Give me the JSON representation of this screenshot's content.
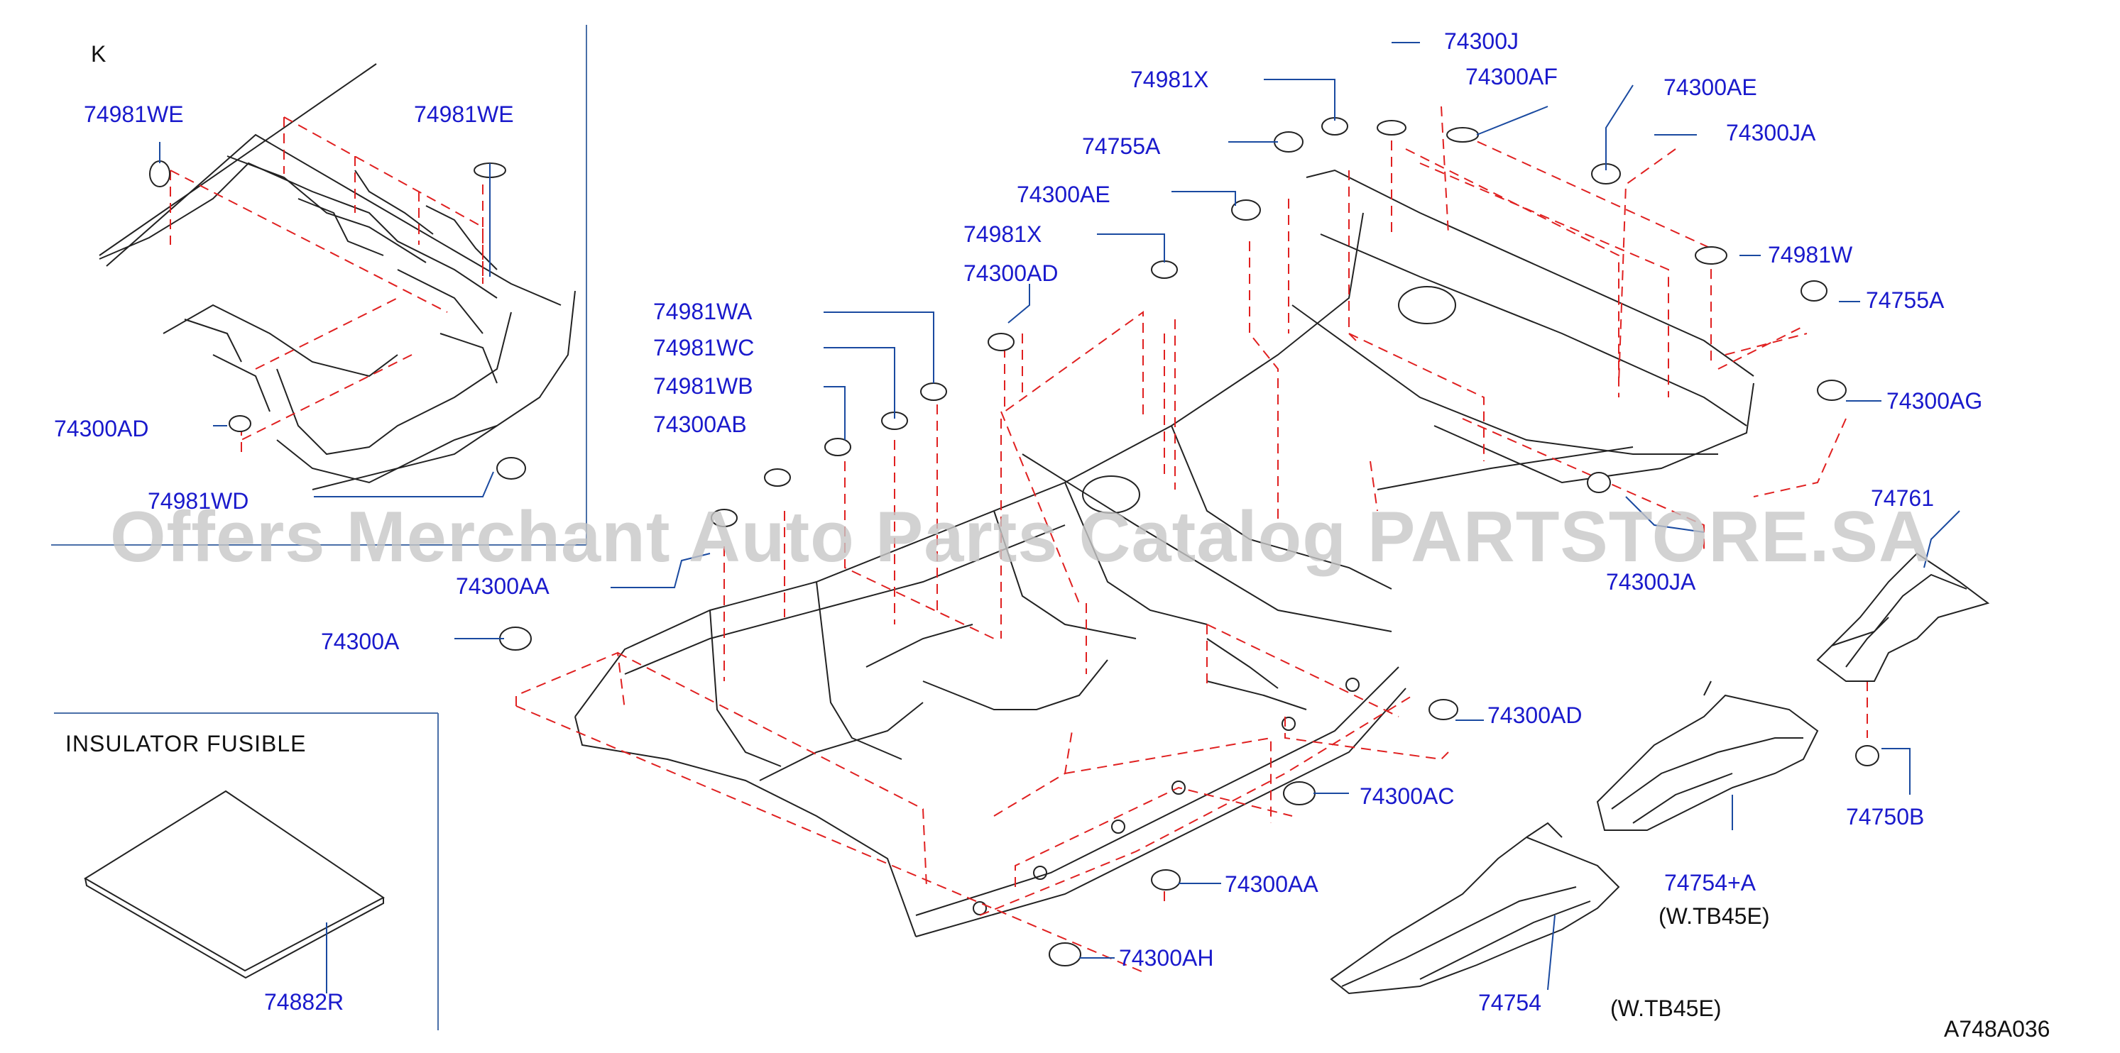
{
  "colors": {
    "part_label": "#1a1acc",
    "dashed_line": "#e02020",
    "outline": "#222222",
    "leader": "#1a4aa0",
    "watermark": "#c8c8c8"
  },
  "diagram": {
    "detail_view_label": "K",
    "insulator_title": "INSULATOR FUSIBLE",
    "drawing_code": "A748A036",
    "variant_notes": {
      "a": "(W.TB45E)",
      "b": "(W.TB45E)"
    },
    "parts": {
      "p_74981WE_l": "74981WE",
      "p_74981WE_r": "74981WE",
      "p_74300AD_k": "74300AD",
      "p_74981WD": "74981WD",
      "p_74300AA_1": "74300AA",
      "p_74300A": "74300A",
      "p_74882R": "74882R",
      "p_74981X_top": "74981X",
      "p_74300J": "74300J",
      "p_74300AF": "74300AF",
      "p_74300AE_r": "74300AE",
      "p_74300JA_top": "74300JA",
      "p_74755A_l": "74755A",
      "p_74300AE_l": "74300AE",
      "p_74981X_mid": "74981X",
      "p_74981W": "74981W",
      "p_74300AD_mid": "74300AD",
      "p_74755A_r": "74755A",
      "p_74981WA": "74981WA",
      "p_74981WC": "74981WC",
      "p_74981WB": "74981WB",
      "p_74300AB": "74300AB",
      "p_74300AG": "74300AG",
      "p_74761": "74761",
      "p_74300JA_bot": "74300JA",
      "p_74300AD_bot": "74300AD",
      "p_74300AC": "74300AC",
      "p_74300AA_2": "74300AA",
      "p_74300AH": "74300AH",
      "p_74750B": "74750B",
      "p_74754A": "74754+A",
      "p_74754": "74754"
    }
  },
  "watermark": "Offers Merchant Auto Parts Catalog PARTSTORE.SA"
}
